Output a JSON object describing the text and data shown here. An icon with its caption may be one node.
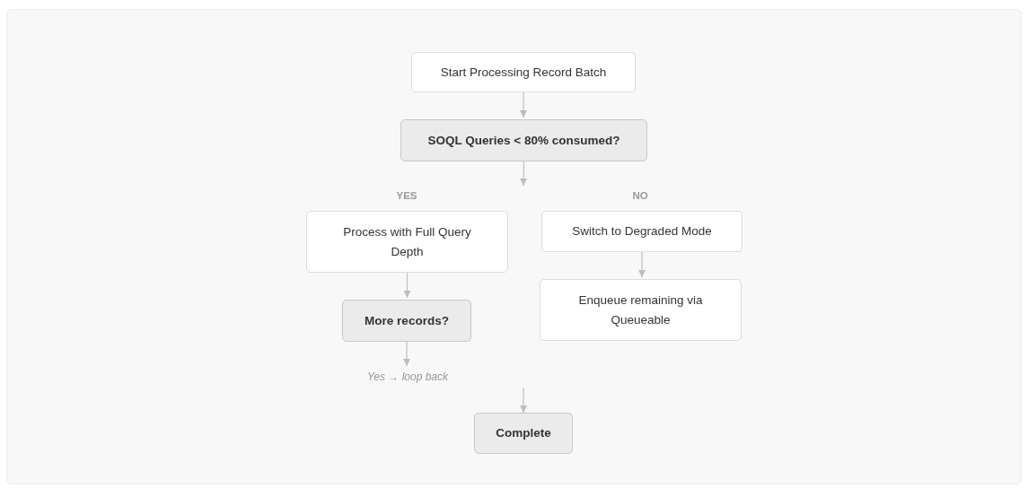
{
  "diagram": {
    "nodes": [
      {
        "text": [
          "Start Processing Record Batch"
        ]
      },
      {
        "text": [
          "SOQL Queries < 80% consumed?"
        ]
      },
      {
        "text": [
          "Process with Full Query Depth"
        ]
      },
      {
        "text": [
          "Switch to Degraded Mode"
        ]
      },
      {
        "text": [
          "More records?"
        ]
      },
      {
        "text": [
          "Enqueue remaining via Queueable"
        ]
      },
      {
        "text": [
          "Yes → loop back"
        ]
      },
      {
        "text": [
          "Complete"
        ]
      }
    ],
    "edges": [
      {
        "from": 0,
        "to": 1,
        "arrow": "to"
      },
      {
        "from": 1,
        "to": null,
        "arrow": "to"
      },
      {
        "from": 2,
        "to": 4,
        "arrow": "to"
      },
      {
        "from": 3,
        "to": 5,
        "arrow": "to"
      },
      {
        "from": 4,
        "to": 6,
        "arrow": "to"
      },
      {
        "from": null,
        "to": 7,
        "arrow": "to"
      }
    ],
    "labels": [
      "YES",
      "NO"
    ]
  }
}
